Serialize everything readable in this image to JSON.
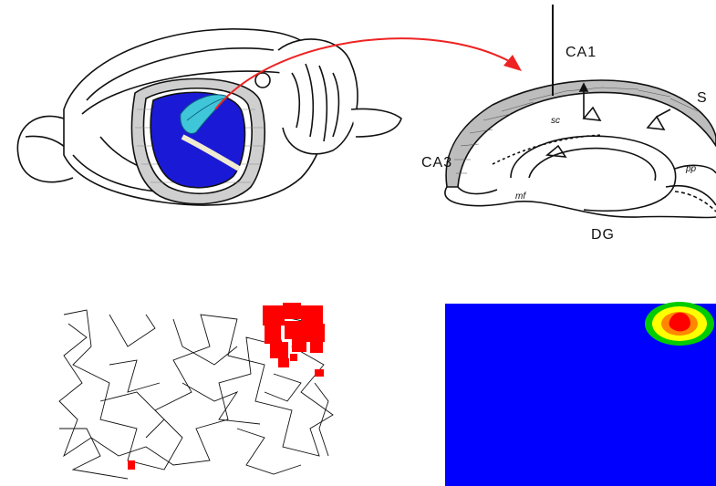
{
  "panels": {
    "rat_brain": {
      "highlight_color": "#1a1ad6",
      "hippocampus_color": "#3fc6d8"
    },
    "hippocampus": {
      "labels": {
        "ca1": "CA1",
        "s": "S",
        "ca3": "CA3",
        "sc": "sc",
        "mf": "mf",
        "pp": "pp",
        "dg": "DG"
      }
    },
    "trajectory": {
      "path_color": "#111111",
      "spike_color": "#ff0000"
    },
    "rate_map": {
      "background_color": "#0000ff",
      "field_colors": [
        "#00cc00",
        "#ffff00",
        "#ff8800",
        "#ff0000"
      ]
    }
  },
  "arrow_color": "#ee2222"
}
